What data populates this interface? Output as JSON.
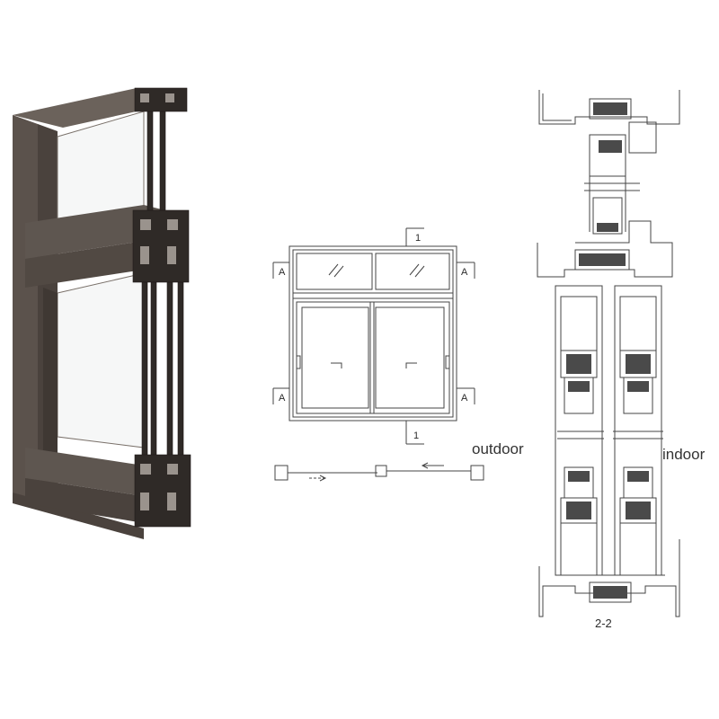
{
  "elevation": {
    "section_marks": {
      "left_top": "A",
      "left_bottom": "A",
      "right_top": "A",
      "right_bottom": "A",
      "top": "1",
      "bottom": "1"
    }
  },
  "section": {
    "outdoor_label": "outdoor",
    "indoor_label": "indoor",
    "caption": "2-2"
  },
  "colors": {
    "frame": "#5b524c",
    "frame_dark": "#3f3833",
    "line": "#444444",
    "glass": "#f4f5f5"
  }
}
